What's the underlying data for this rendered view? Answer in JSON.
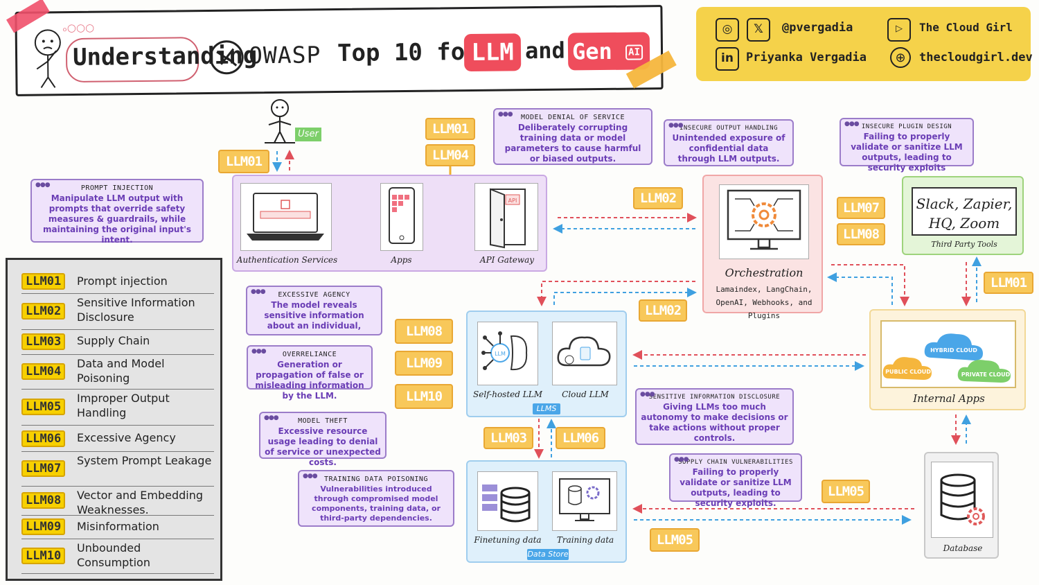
{
  "header": {
    "understanding": "Understanding",
    "owasp": "OWASP",
    "top10": "Top 10 for",
    "llm": "LLM",
    "and": "and",
    "gen": "Gen",
    "ai_badge": "AI"
  },
  "social": {
    "handle": "@pvergadia",
    "name": "Priyanka Vergadia",
    "channel": "The Cloud Girl",
    "site": "thecloudgirl.dev"
  },
  "user_label": "User",
  "legend": [
    {
      "code": "LLM01",
      "label": "Prompt injection"
    },
    {
      "code": "LLM02",
      "label": "Sensitive Information Disclosure"
    },
    {
      "code": "LLM03",
      "label": "Supply Chain"
    },
    {
      "code": "LLM04",
      "label": "Data and Model Poisoning"
    },
    {
      "code": "LLM05",
      "label": "Improper Output Handling"
    },
    {
      "code": "LLM06",
      "label": "Excessive Agency"
    },
    {
      "code": "LLM07",
      "label": "System Prompt Leakage"
    },
    {
      "code": "LLM08",
      "label": "Vector and Embedding Weaknesses."
    },
    {
      "code": "LLM09",
      "label": "Misinformation"
    },
    {
      "code": "LLM10",
      "label": "Unbounded Consumption"
    }
  ],
  "bubbles": {
    "prompt_injection": {
      "title": "PROMPT INJECTION",
      "desc": "Manipulate LLM output with prompts that override safety measures & guardrails, while maintaining the original input's intent."
    },
    "model_dos": {
      "title": "MODEL DENIAL OF SERVICE",
      "desc": "Deliberately corrupting training data or model parameters to cause harmful or biased outputs."
    },
    "insecure_output": {
      "title": "INSECURE OUTPUT HANDLING",
      "desc": "Unintended exposure of confidential data through LLM outputs."
    },
    "insecure_plugin": {
      "title": "INSECURE PLUGIN DESIGN",
      "desc": "Failing to properly validate or sanitize LLM outputs, leading to security exploits"
    },
    "excessive_agency": {
      "title": "EXCESSIVE AGENCY",
      "desc": "The model reveals sensitive information about an individual,"
    },
    "overreliance": {
      "title": "OVERRELIANCE",
      "desc": "Generation or propagation of false or misleading information by the LLM."
    },
    "model_theft": {
      "title": "MODEL THEFT",
      "desc": "Excessive resource usage leading to denial of service or unexpected costs."
    },
    "training_poisoning": {
      "title": "TRAINING DATA POISONING",
      "desc": "Vulnerabilities introduced through compromised model components, training data, or third-party dependencies."
    },
    "sensitive_disclosure": {
      "title": "SENSITIVE INFORMATION DISCLOSURE",
      "desc": "Giving LLMs too much autonomy to make decisions or take actions without proper controls."
    },
    "supply_chain": {
      "title": "SUPPLY CHAIN VULNERABILITIES",
      "desc": "Failing to properly validate or sanitize LLM outputs, leading to security exploits."
    }
  },
  "tags": {
    "user": "LLM01",
    "dos_a": "LLM01",
    "dos_b": "LLM04",
    "orch_top": "LLM02",
    "plugin_a": "LLM07",
    "plugin_b": "LLM08",
    "third_party": "LLM01",
    "llms_right": "LLM02",
    "agency": "LLM08",
    "overreliance": "LLM09",
    "theft": "LLM10",
    "store_a": "LLM03",
    "store_b": "LLM06",
    "supply": "LLM05",
    "bottom": "LLM05"
  },
  "components": {
    "auth": "Authentication Services",
    "apps": "Apps",
    "gateway": "API Gateway",
    "orch_title": "Orchestration",
    "orch_sub": "Lamaindex, LangChain, OpenAI, Webhooks, and Plugins",
    "third_party_text": "Slack, Zapier, HQ, Zoom",
    "third_party_caption": "Third Party Tools",
    "self_hosted": "Self-hosted LLM",
    "cloud_llm": "Cloud LLM",
    "llms_chip": "LLMS",
    "internal_apps": "Internal Apps",
    "hybrid_cloud": "HYBRID CLOUD",
    "public_cloud": "PUBLIC CLOUD",
    "private_cloud": "PRIVATE CLOUD",
    "finetuning": "Finetuning data",
    "training": "Training data",
    "data_store_chip": "Data Store",
    "database": "Database",
    "llm_badge": "LLM",
    "api_badge": "API"
  },
  "colors": {
    "tag_fill": "#f8c85a",
    "bubble_fill": "#efe3fb",
    "legend_tag": "#f7d000",
    "red_arrow": "#e0505a",
    "blue_arrow": "#3fa0e0"
  }
}
